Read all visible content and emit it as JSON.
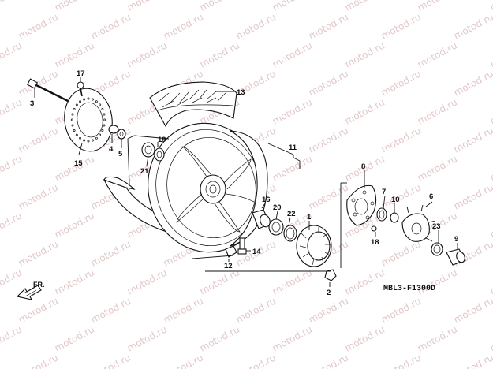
{
  "diagram": {
    "code": "MBL3-F1300D",
    "direction_label": "FR.",
    "watermark": "motod.ru",
    "callouts": [
      "1",
      "2",
      "3",
      "4",
      "5",
      "6",
      "7",
      "8",
      "9",
      "10",
      "11",
      "12",
      "13",
      "14",
      "15",
      "16",
      "17",
      "18",
      "19",
      "20",
      "21",
      "22",
      "23"
    ],
    "colors": {
      "line": "#111111",
      "background": "#ffffff",
      "watermark": "#e2c9ca"
    }
  }
}
